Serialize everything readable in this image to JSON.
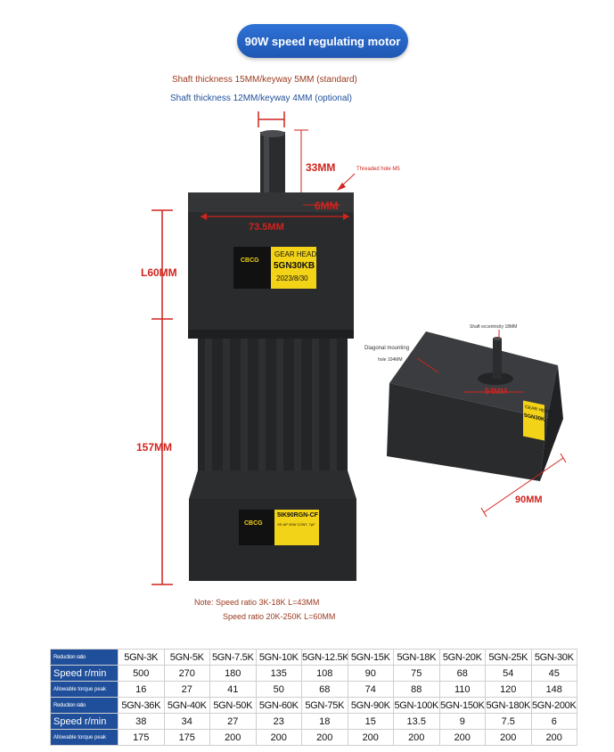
{
  "title": "90W speed regulating motor",
  "shaft": {
    "standard": "Shaft thickness 15MM/keyway 5MM (standard)",
    "optional": "Shaft thickness 12MM/keyway 4MM (optional)"
  },
  "dimensions": {
    "shaft_length": "33MM",
    "key": "6MM",
    "width": "73.5MM",
    "gearhead_length": "L60MM",
    "motor_length": "157MM",
    "side": "90MM",
    "bolt": "54MM"
  },
  "annotations": {
    "threaded_hole": "Threaded hole M5",
    "diagonal_line1": "Diagonal mounting",
    "diagonal_line2": "hole 104MM",
    "eccentricity": "Shaft eccentricity 18MM"
  },
  "notes": {
    "line1": "Note: Speed ratio 3K-18K L=43MM",
    "line2": "Speed ratio 20K-250K L=60MM"
  },
  "gearhead_label": {
    "line1": "GEAR  HEAD",
    "line2": "5GN30KB",
    "line3": "2023/8/30"
  },
  "motor_label": {
    "line1": "5IK90RGN-CF",
    "line2": "1Φ-AP 90W CONT. 7μF"
  },
  "side_label": {
    "line1": "GEAR HEAD",
    "line2": "5GN30K"
  },
  "table": {
    "row_header_ratio": "Reduction ratio",
    "row_header_speed": "Speed r/min",
    "row_header_torque": "Allowable torque peak",
    "models1": [
      "5GN-3K",
      "5GN-5K",
      "5GN-7.5K",
      "5GN-10K",
      "5GN-12.5K",
      "5GN-15K",
      "5GN-18K",
      "5GN-20K",
      "5GN-25K",
      "5GN-30K"
    ],
    "speed1": [
      "500",
      "270",
      "180",
      "135",
      "108",
      "90",
      "75",
      "68",
      "54",
      "45"
    ],
    "torque1": [
      "16",
      "27",
      "41",
      "50",
      "68",
      "74",
      "88",
      "110",
      "120",
      "148"
    ],
    "models2": [
      "5GN-36K",
      "5GN-40K",
      "5GN-50K",
      "5GN-60K",
      "5GN-75K",
      "5GN-90K",
      "5GN-100K",
      "5GN-150K",
      "5GN-180K",
      "5GN-200K"
    ],
    "speed2": [
      "38",
      "34",
      "27",
      "23",
      "18",
      "15",
      "13.5",
      "9",
      "7.5",
      "6"
    ],
    "torque2": [
      "175",
      "175",
      "200",
      "200",
      "200",
      "200",
      "200",
      "200",
      "200",
      "200"
    ]
  }
}
